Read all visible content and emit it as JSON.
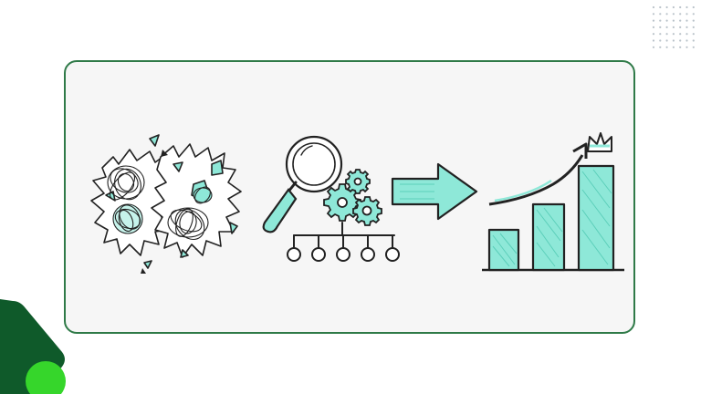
{
  "slide": {
    "background_color": "#ffffff",
    "card": {
      "border_color": "#2f7a48",
      "fill_color": "#f6f6f6"
    },
    "illustration": {
      "stages": [
        "chaos-scribble-icon",
        "analysis-magnifier-gears-icon",
        "arrow-right-icon",
        "growth-bar-chart-icon"
      ],
      "accent_color": "#8ee8d8",
      "ink_color": "#222222",
      "bar_heights_relative": [
        0.33,
        0.55,
        0.85
      ]
    },
    "decorations": {
      "dot_grid_color": "#b9c2c9",
      "corner_dark_green": "#0f5a2a",
      "corner_bright_green": "#36d62b"
    }
  }
}
